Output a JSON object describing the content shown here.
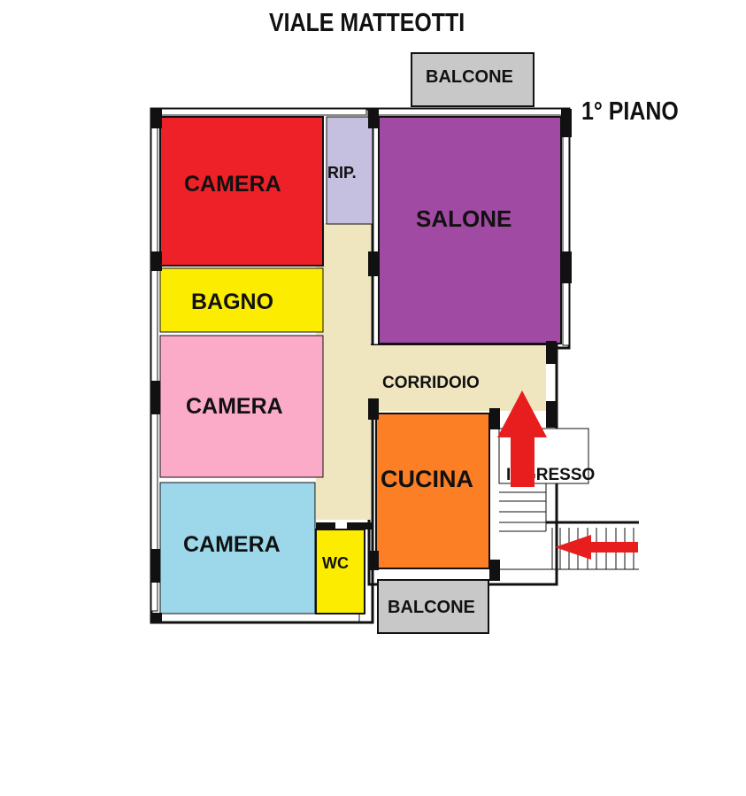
{
  "street": "VIALE MATTEOTTI",
  "floor": "1° PIANO",
  "rooms": {
    "camera_top": "CAMERA",
    "rip": "RIP.",
    "salone": "SALONE",
    "bagno": "BAGNO",
    "camera_mid": "CAMERA",
    "corridoio": "CORRIDOIO",
    "cucina": "CUCINA",
    "ingresso": "INGRESSO",
    "camera_bottom": "CAMERA",
    "wc": "WC",
    "balcone_top": "BALCONE",
    "balcone_bottom": "BALCONE"
  },
  "colors": {
    "camera_top": "#ee2128",
    "rip": "#c5bfe0",
    "salone": "#a14aa3",
    "bagno": "#fcec00",
    "camera_mid": "#fbaac8",
    "corridoio": "#efe6c0",
    "cucina": "#fc7e25",
    "camera_bottom": "#9cd8ea",
    "wc": "#fcec00",
    "balcone": "#c8c8c8",
    "arrow": "#e81d1d",
    "wall": "#111111"
  }
}
